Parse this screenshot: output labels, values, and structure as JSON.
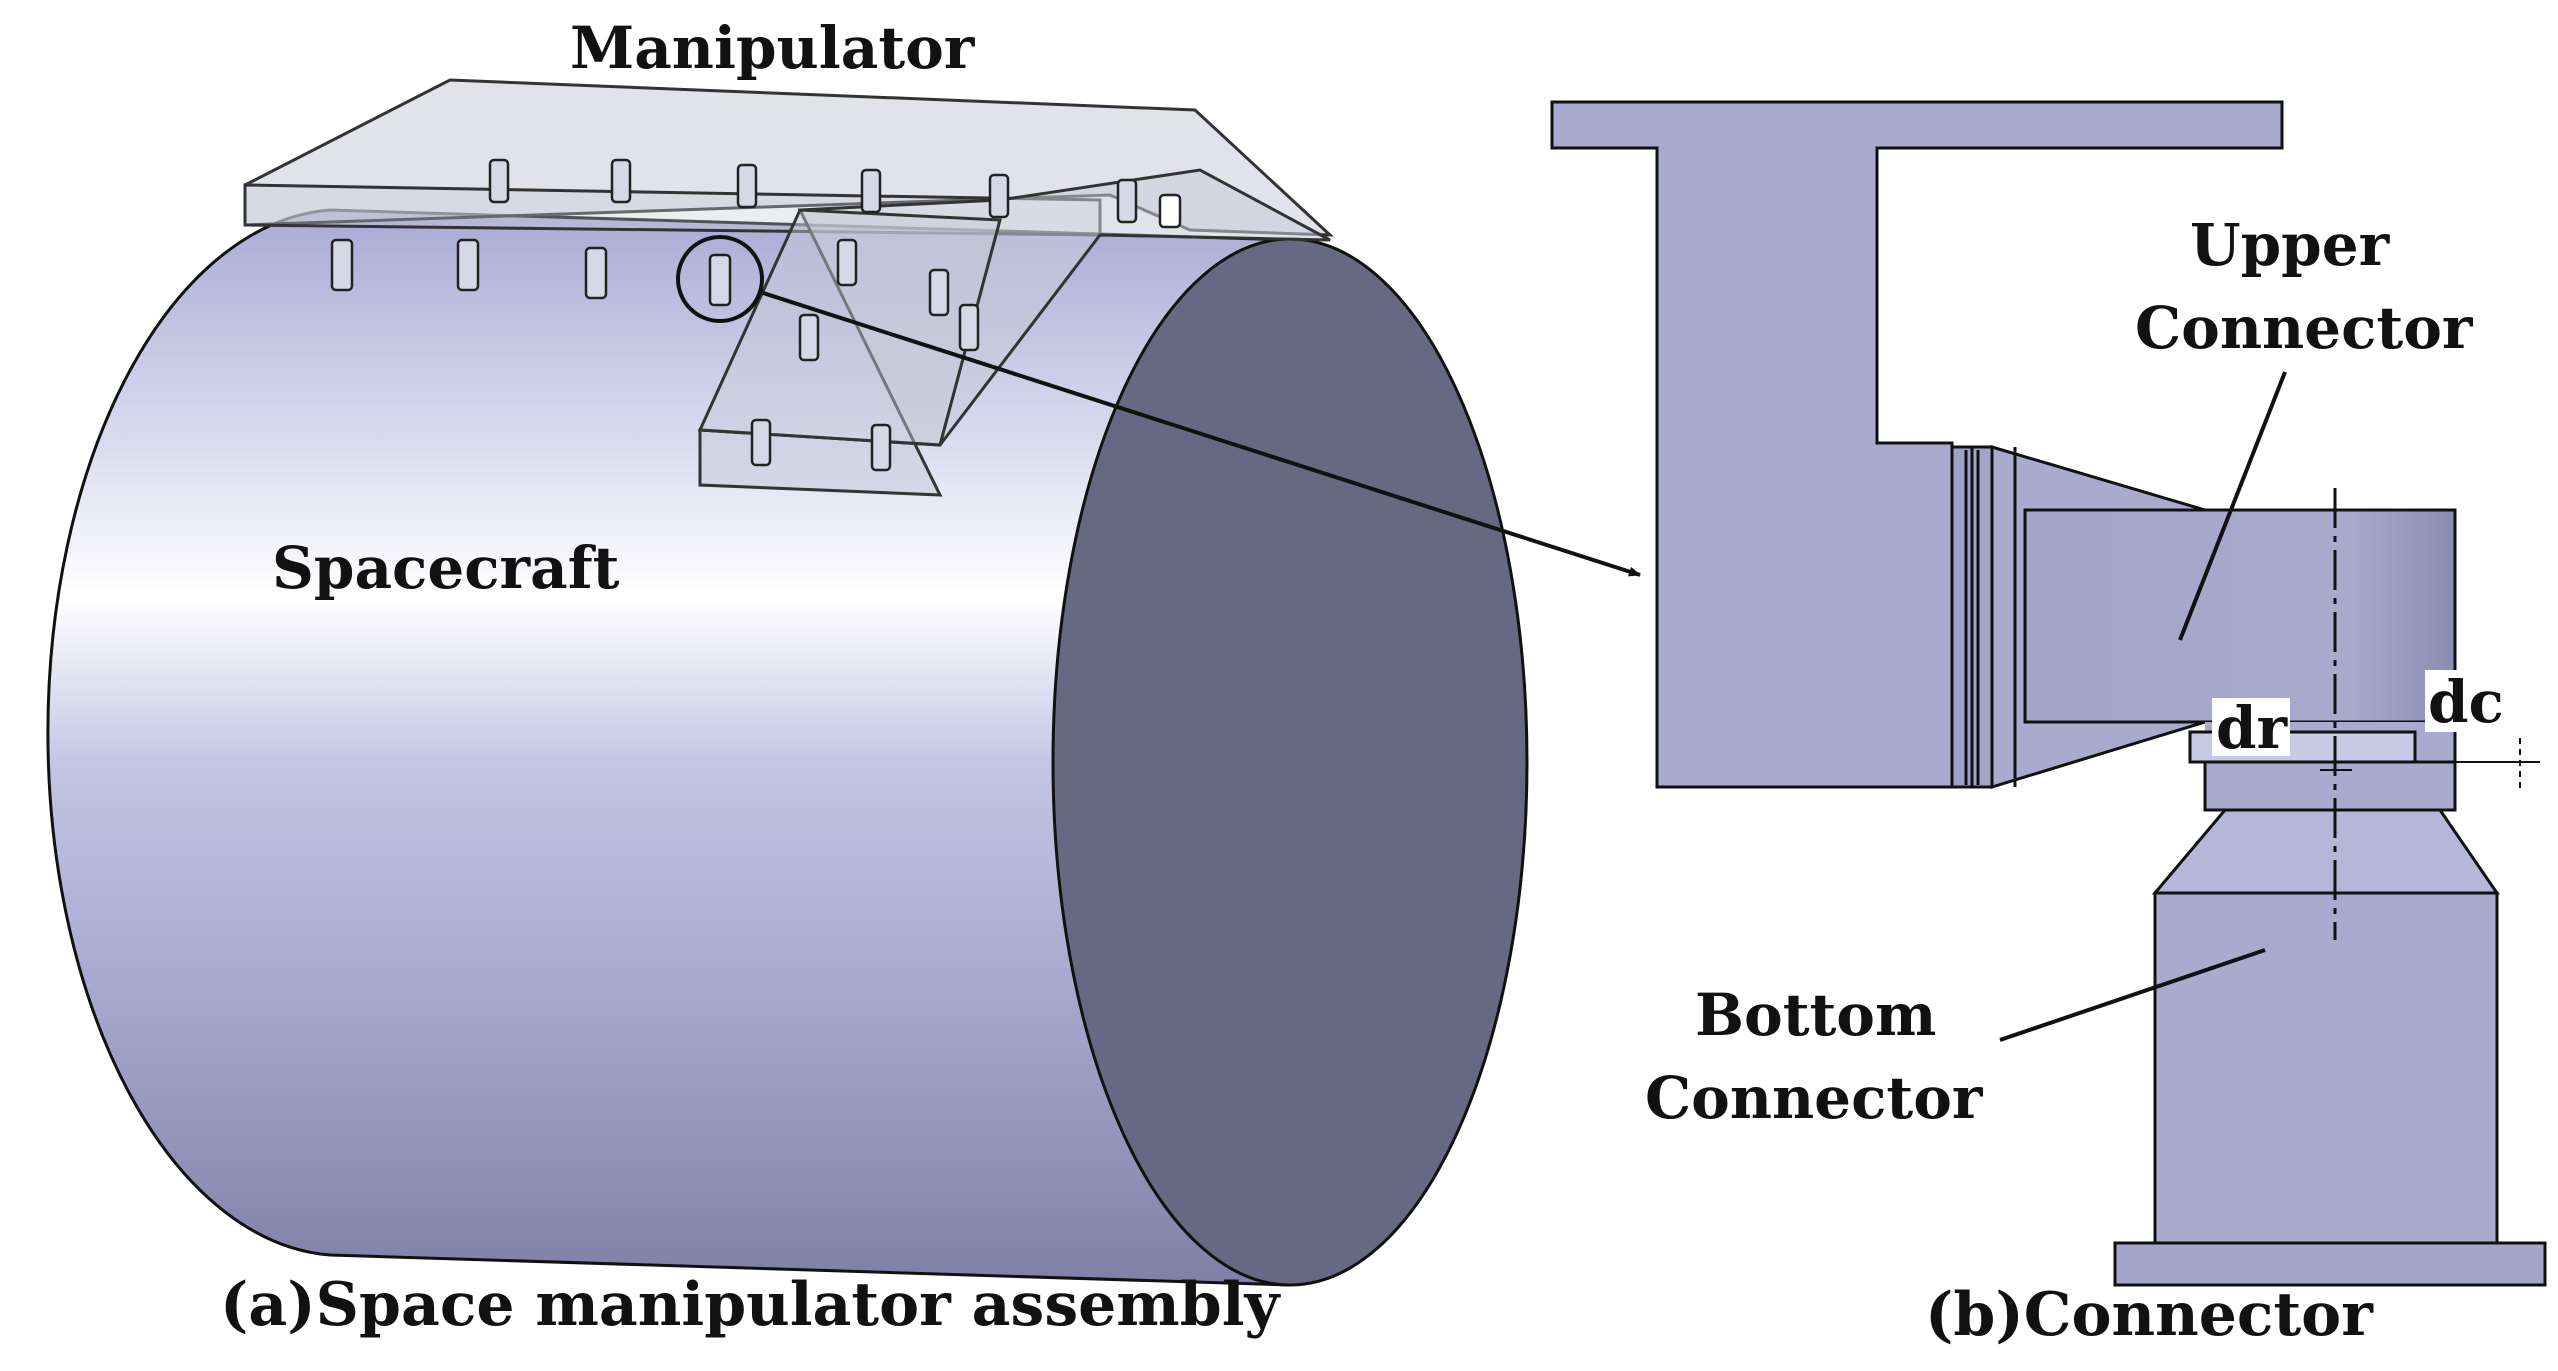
{
  "labels": {
    "manipulator": "Manipulator",
    "spacecraft": "Spacecraft",
    "upper_connector_line1": "Upper",
    "upper_connector_line2": "Connector",
    "bottom_connector_line1": "Bottom",
    "bottom_connector_line2": "Connector",
    "dr": "dr",
    "dc": "dc",
    "caption_a": "(a)Space manipulator assembly",
    "caption_b": "(b)Connector"
  },
  "colors": {
    "body_fill": "#a7a9cf",
    "cylinder_end": "#676983",
    "connector_fill": "#a9aacd",
    "stroke": "#111111",
    "glass": "#c8cad8"
  }
}
